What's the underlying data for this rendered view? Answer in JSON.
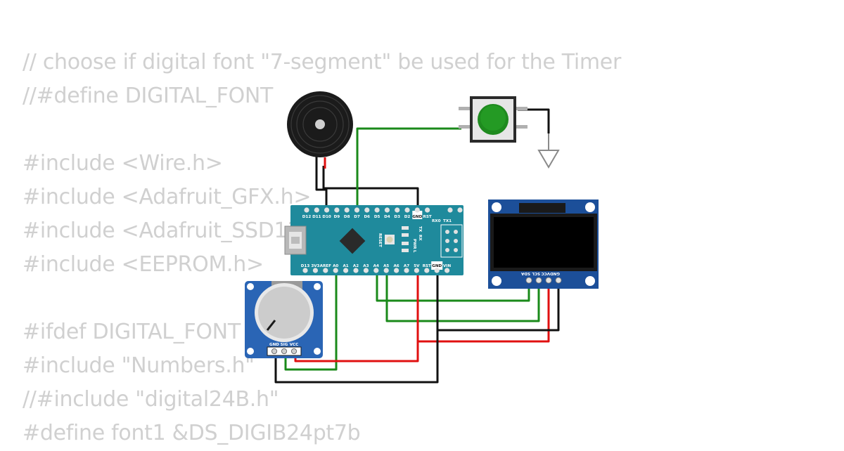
{
  "code_lines": [
    "// choose if digital font \"7-segment\" be used for the Timer",
    "//#define DIGITAL_FONT",
    "",
    "#include <Wire.h>",
    "#include <Adafruit_GFX.h>",
    "#include <Adafruit_SSD1306.h>",
    "#include <EEPROM.h>",
    "",
    "#ifdef DIGITAL_FONT",
    "#include \"Numbers.h\"",
    "//#include \"digital24B.h\"",
    "#define font1 &DS_DIGIB24pt7b"
  ],
  "arduino": {
    "top_pins": [
      "D12",
      "D11",
      "D10",
      "D9",
      "D8",
      "D7",
      "D6",
      "D5",
      "D4",
      "D3",
      "D2",
      "GND",
      "RST"
    ],
    "bottom_pins": [
      "D13",
      "3V3",
      "AREF",
      "A0",
      "A1",
      "A2",
      "A3",
      "A4",
      "A5",
      "A6",
      "A7",
      "5V",
      "RST",
      "GND",
      "VIN"
    ],
    "rx0": "RX0",
    "tx1": "TX1",
    "tx_label": "TX",
    "rx_label": "RX",
    "pwr_label": "PWR",
    "l_label": "L",
    "reset_label": "RESET"
  },
  "potentiometer": {
    "pins": [
      "GND",
      "SIG",
      "VCC"
    ]
  },
  "oled": {
    "pins": [
      "SDA",
      "SCL",
      "VCC",
      "GND"
    ]
  },
  "colors": {
    "board_teal": "#1f8a9c",
    "oled_blue": "#1c4f99",
    "pot_blue": "#2a65b5",
    "button_green": "#1e8a1e",
    "wire_green": "#1a8a1a",
    "wire_red": "#e01010",
    "wire_black": "#111111"
  }
}
